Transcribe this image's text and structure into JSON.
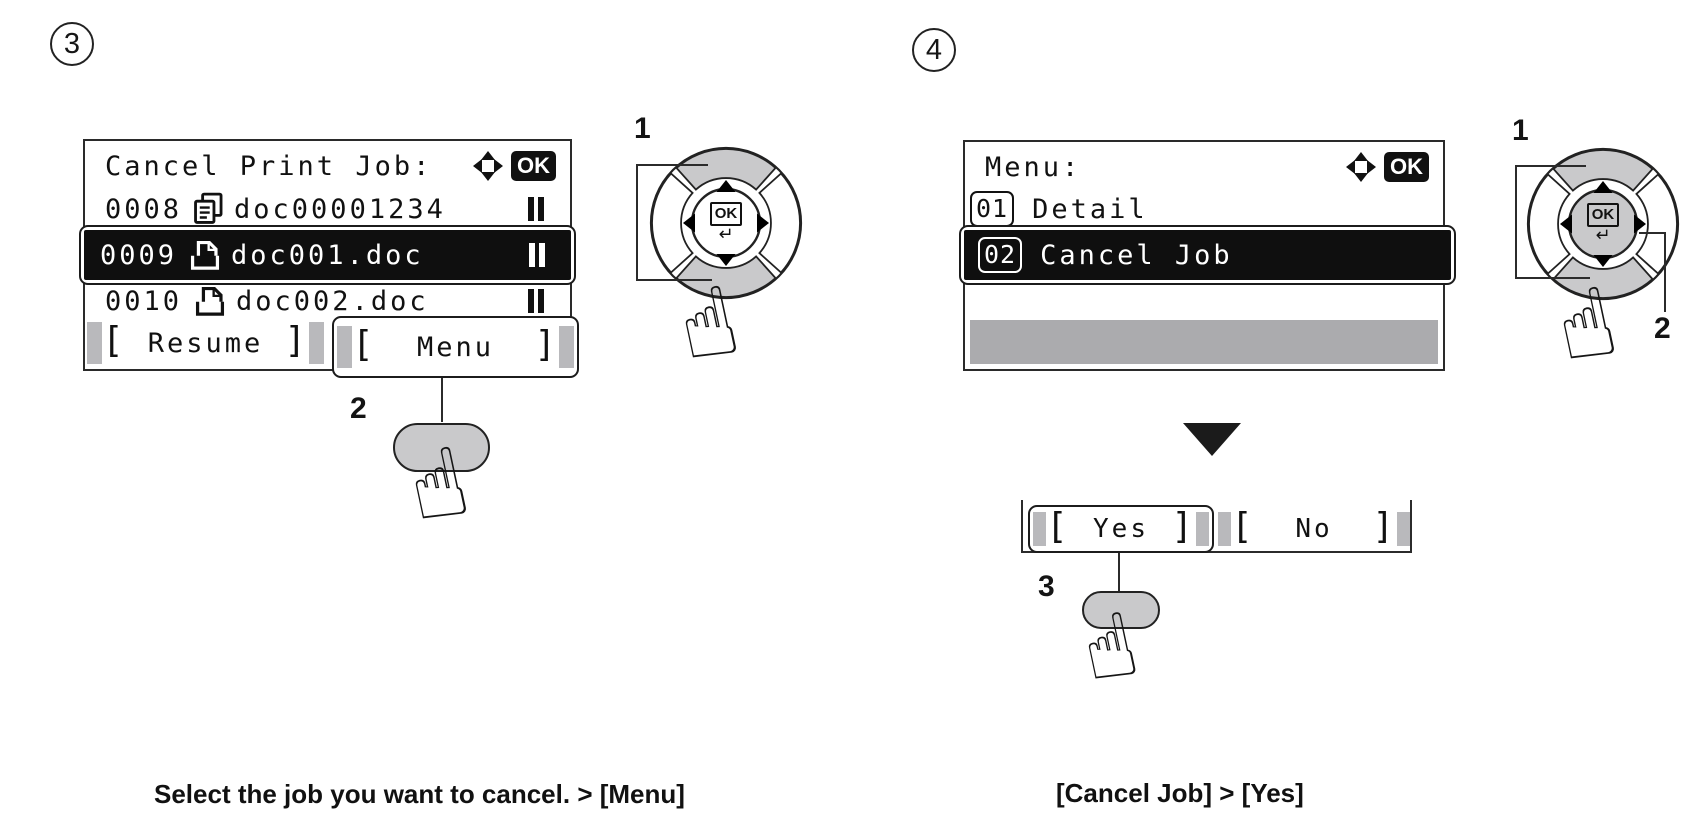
{
  "lcd": {
    "lbracket": "[",
    "rbracket": "]"
  },
  "colors": {
    "highlight_row": "#0f0f0f",
    "key_gray": "#c9c9cb",
    "softkey_bar": "#b9b9bc",
    "empty_row_bar": "#ababae"
  },
  "panel3": {
    "step_number": "3",
    "caption": "Select the job you want to cancel. > [Menu]",
    "screen": {
      "title": "Cancel Print Job:",
      "ok_badge": "OK",
      "jobs": [
        {
          "id": "0008",
          "name": "doc00001234",
          "icon": "multi-doc",
          "status": "paused",
          "selected": false
        },
        {
          "id": "0009",
          "name": "doc001.doc",
          "icon": "printer",
          "status": "paused",
          "selected": true
        },
        {
          "id": "0010",
          "name": "doc002.doc",
          "icon": "printer",
          "status": "paused",
          "selected": false
        }
      ],
      "softkeys": [
        {
          "label": "Resume",
          "selected": false
        },
        {
          "label": "Menu",
          "selected": true
        }
      ]
    },
    "dpad": {
      "ok": "OK",
      "enter": "↵"
    },
    "callouts": {
      "dpad_step": "1",
      "menu_key_step": "2"
    }
  },
  "panel4": {
    "step_number": "4",
    "caption": "[Cancel Job] > [Yes]",
    "screen": {
      "title": "Menu:",
      "ok_badge": "OK",
      "items": [
        {
          "num": "01",
          "label": "Detail",
          "selected": false
        },
        {
          "num": "02",
          "label": "Cancel Job",
          "selected": true
        }
      ]
    },
    "confirm": {
      "yes": "Yes",
      "no": "No"
    },
    "dpad": {
      "ok": "OK",
      "enter": "↵"
    },
    "callouts": {
      "dpad_step": "1",
      "ok_key_step": "2",
      "yes_key_step": "3"
    }
  }
}
